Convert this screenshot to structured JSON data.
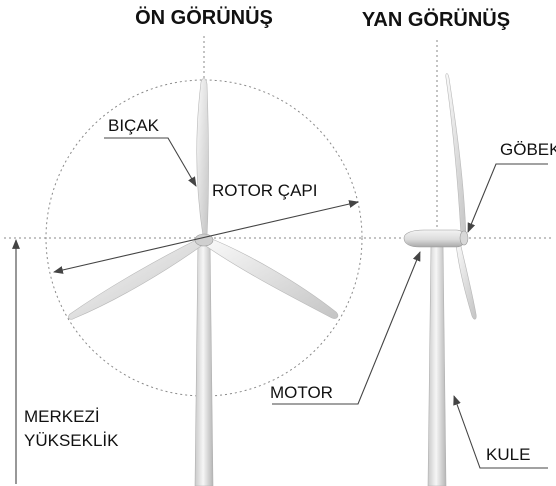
{
  "headings": {
    "front_view": "ÖN GÖRÜNÜŞ",
    "side_view": "YAN GÖRÜNÜŞ"
  },
  "labels": {
    "blade": "BIÇAK",
    "rotor_diameter": "ROTOR ÇAPI",
    "hub": "GÖBEK",
    "motor": "MOTOR",
    "tower": "KULE",
    "hub_height_line1": "MERKEZİ",
    "hub_height_line2": "YÜKSEKLİK"
  },
  "colors": {
    "ink": "#111111",
    "guide": "#8a8a8a",
    "turbine_light": "#f4f4f4",
    "turbine_mid": "#d4d4d4",
    "turbine_dark": "#a8a8a8"
  }
}
